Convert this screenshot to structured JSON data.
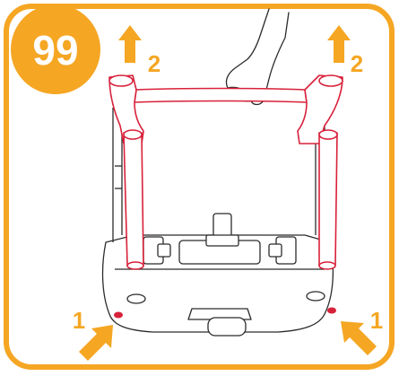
{
  "step": {
    "number": "99"
  },
  "callouts": {
    "arrow_up_left": "2",
    "arrow_up_right": "2",
    "arrow_press_left": "1",
    "arrow_press_right": "1"
  },
  "colors": {
    "accent_orange": "#F5A623",
    "frame_red": "#D8213A",
    "outline_gray": "#2B2B2B",
    "badge_text": "#FFFFFF"
  },
  "icons": {
    "badge": "step-number-badge",
    "lift_arrows": "arrow-up-icon",
    "press_arrows": "arrow-diagonal-icon",
    "hand": "hand-icon"
  }
}
